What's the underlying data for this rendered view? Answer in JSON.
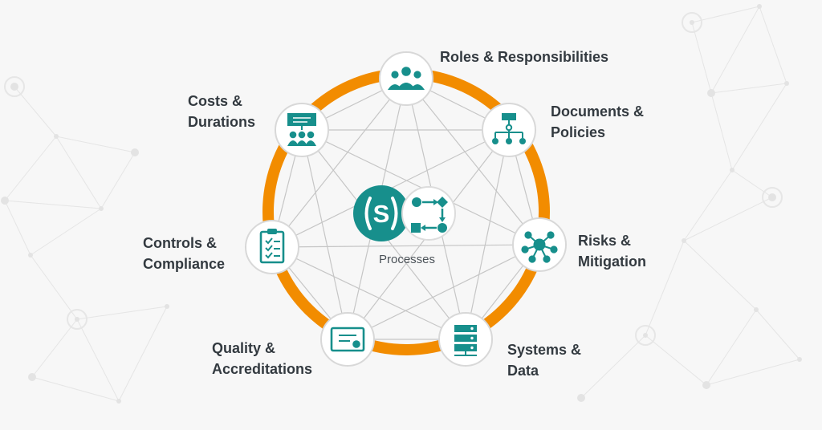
{
  "colors": {
    "teal": "#178f8c",
    "orange": "#f28c00",
    "line": "#c6c6c6",
    "text": "#333a40"
  },
  "center": {
    "label": "Processes",
    "logo": "s-logo-icon",
    "process": "process-flow-icon"
  },
  "nodes": [
    {
      "key": "roles",
      "lines": [
        "Roles & Responsibilities"
      ],
      "icon": "people-icon"
    },
    {
      "key": "documents",
      "lines": [
        "Documents &",
        "Policies"
      ],
      "icon": "org-chart-icon"
    },
    {
      "key": "risks",
      "lines": [
        "Risks &",
        "Mitigation"
      ],
      "icon": "network-icon"
    },
    {
      "key": "systems",
      "lines": [
        "Systems &",
        "Data"
      ],
      "icon": "server-icon"
    },
    {
      "key": "quality",
      "lines": [
        "Quality &",
        "Accreditations"
      ],
      "icon": "certificate-icon"
    },
    {
      "key": "controls",
      "lines": [
        "Controls &",
        "Compliance"
      ],
      "icon": "checklist-icon"
    },
    {
      "key": "costs",
      "lines": [
        "Costs &",
        "Durations"
      ],
      "icon": "presentation-icon"
    }
  ]
}
